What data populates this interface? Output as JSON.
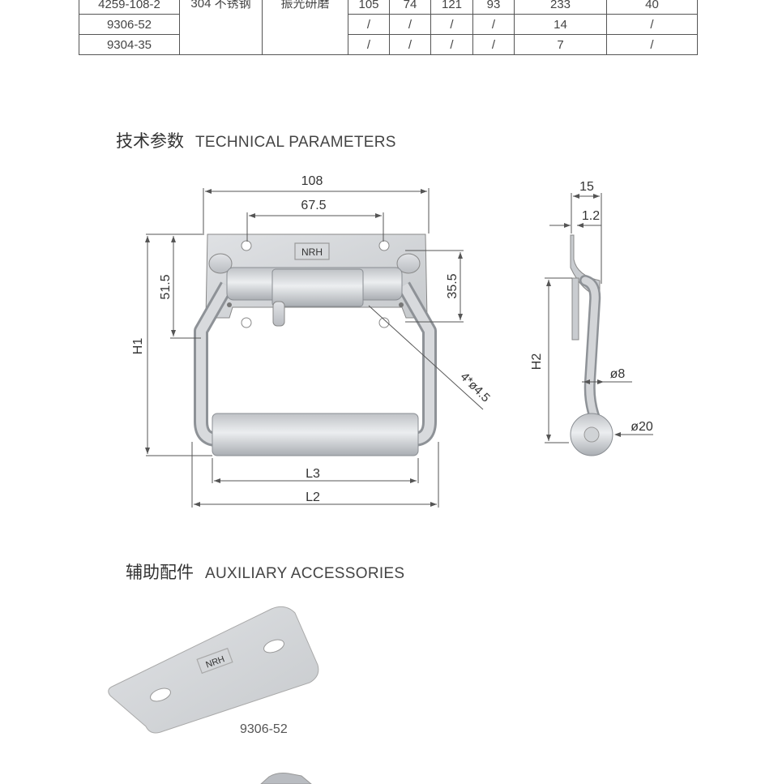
{
  "spec_table": {
    "rows": [
      {
        "model": "4259-108-2",
        "c1": "105",
        "c2": "74",
        "c3": "121",
        "c4": "93",
        "weight": "233",
        "packing": "40"
      },
      {
        "model": "9306-52",
        "c1": "/",
        "c2": "/",
        "c3": "/",
        "c4": "/",
        "weight": "14",
        "packing": "/"
      },
      {
        "model": "9304-35",
        "c1": "/",
        "c2": "/",
        "c3": "/",
        "c4": "/",
        "weight": "7",
        "packing": "/"
      }
    ],
    "material": "304 不锈钢",
    "finish": "振光研磨"
  },
  "tech_params": {
    "title_cn": "技术参数",
    "title_en": "TECHNICAL PARAMETERS",
    "dims": {
      "width": "108",
      "hole_spacing": "67.5",
      "left_height": "51.5",
      "right_height": "35.5",
      "h1": "H1",
      "l3": "L3",
      "l2": "L2",
      "hole_note": "4*ø4.5",
      "side_depth": "15",
      "side_thickness": "1.2",
      "h2": "H2",
      "wire_dia": "ø8",
      "grip_dia": "ø20"
    },
    "logo": "NRH"
  },
  "accessories": {
    "title_cn": "辅助配件",
    "title_en": "AUXILIARY ACCESSORIES",
    "items": [
      {
        "label": "9306-52"
      }
    ],
    "logo": "NRH"
  }
}
